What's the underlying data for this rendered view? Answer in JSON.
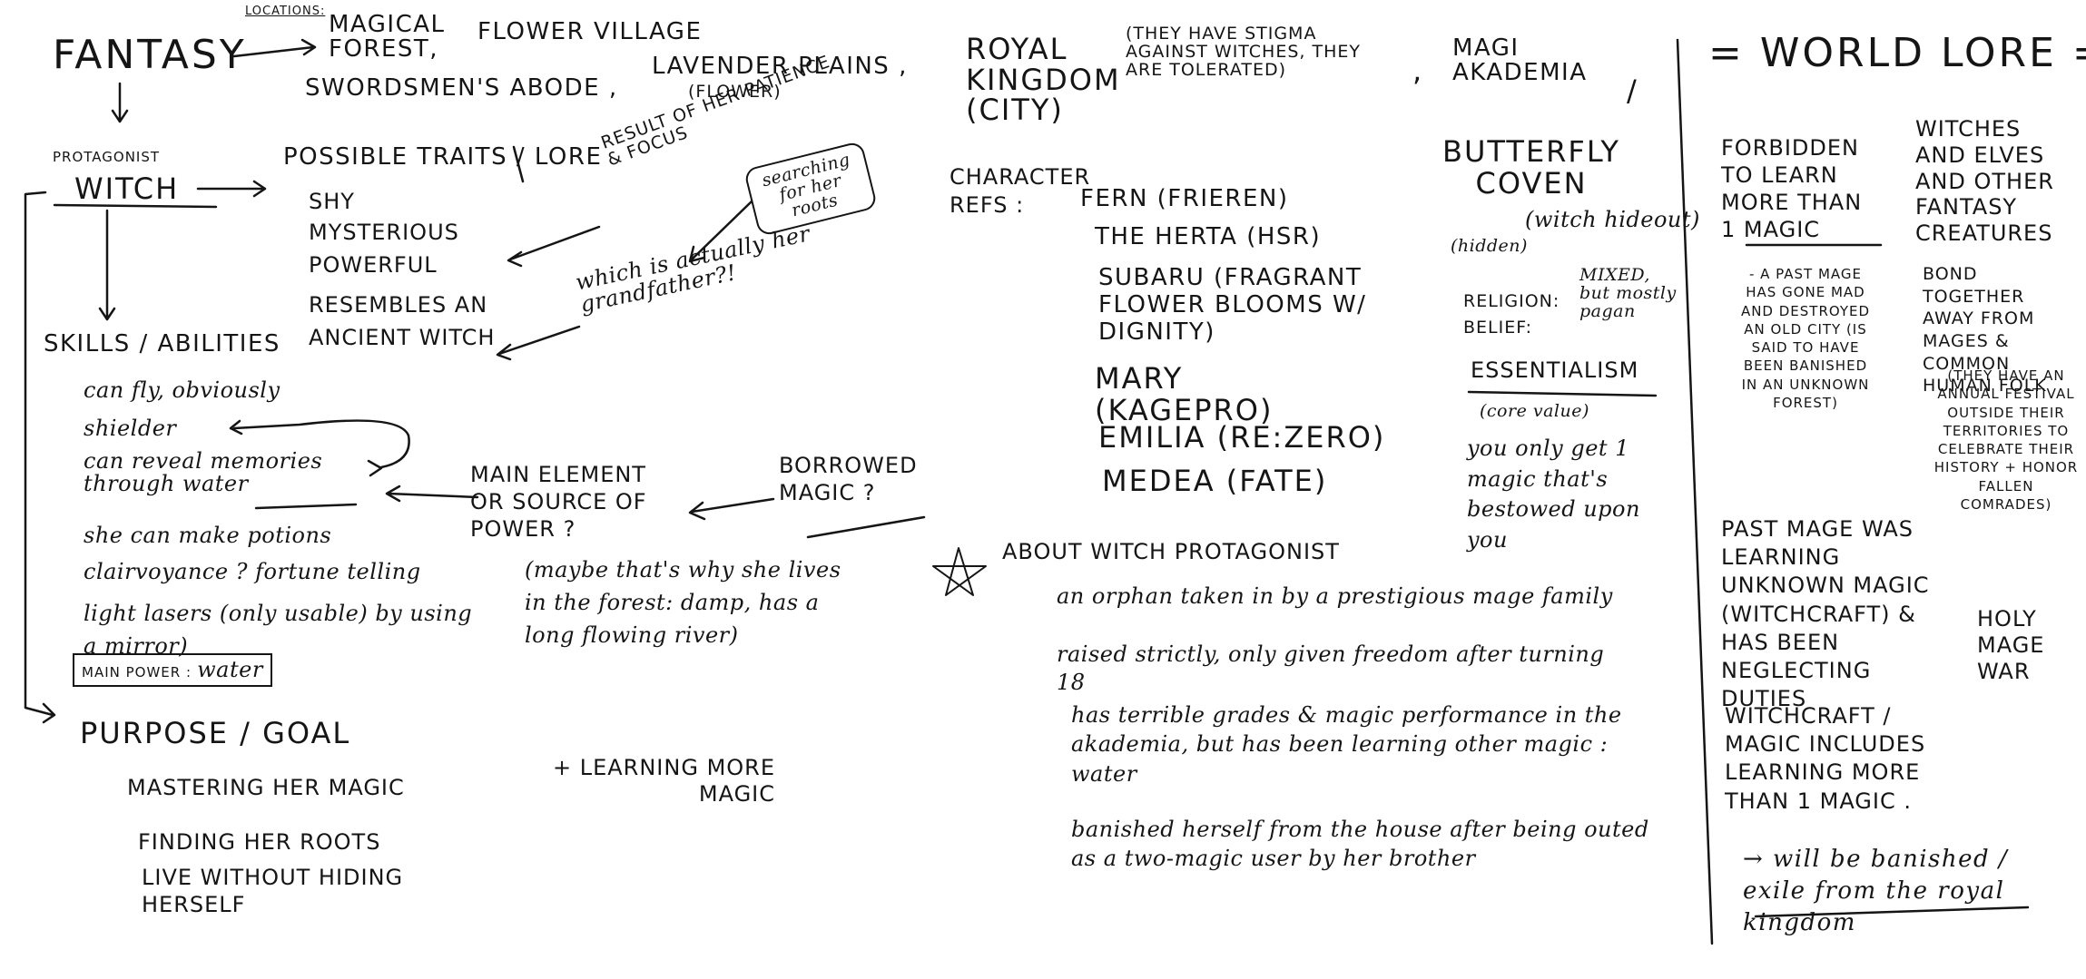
{
  "top": {
    "fantasy": "FANTASY",
    "locations_label": "LOCATIONS:",
    "magical_forest": "MAGICAL FOREST,",
    "flower_village": "FLOWER VILLAGE",
    "swordsmens_abode": "SWORDSMEN'S ABODE ,",
    "lavender_plains": "LAVENDER PLAINS ,",
    "lavender_flower": "(FLOWER)",
    "royal_kingdom": "ROYAL KINGDOM (CITY)",
    "royal_note": "(THEY HAVE STIGMA AGAINST WITCHES, THEY ARE TOLERATED)",
    "comma": ",",
    "magi_akademia": "MAGI AKADEMIA",
    "slash": "/"
  },
  "protagonist": {
    "label": "PROTAGONIST",
    "witch": "WITCH"
  },
  "traits": {
    "title": "POSSIBLE TRAITS / LORE",
    "items": [
      "SHY",
      "MYSTERIOUS",
      "POWERFUL",
      "RESEMBLES AN ANCIENT WITCH"
    ],
    "result_note": "RESULT OF HER PATIENCE & FOCUS",
    "searching_note": "searching for her roots",
    "grandfather_note": "which is actually her grandfather?!"
  },
  "skills": {
    "title": "SKILLS / ABILITIES",
    "items": [
      "can fly, obviously",
      "shielder",
      "can reveal memories through water",
      "she can make potions",
      "clairvoyance ? fortune telling",
      "light lasers (only usable) by using a mirror)"
    ],
    "main_power_label": "MAIN POWER :",
    "main_power_value": "water"
  },
  "element": {
    "main_element": "MAIN ELEMENT or SOURCE OF POWER ?",
    "maybe_note": "(maybe that's why she lives in the forest: damp, has a long flowing river)",
    "borrowed_magic": "BORROWED MAGIC ?"
  },
  "purpose": {
    "title": "PURPOSE / GOAL",
    "items": [
      "MASTERING HER MAGIC",
      "FINDING HER ROOTS",
      "LIVE WITHOUT HIDING HERSELF"
    ],
    "learning": "+ LEARNING MORE MAGIC"
  },
  "character_refs": {
    "title": "CHARACTER REFS :",
    "items": [
      "FERN (FRIEREN)",
      "THE HERTA (HSR)",
      "SUBARU (FRAGRANT FLOWER BLOOMS W/ DIGNITY)",
      "MARY (KAGEPRO)",
      "EMILIA (RE:ZERO)",
      "MEDEA (FATE)"
    ]
  },
  "coven": {
    "title": "BUTTERFLY COVEN",
    "subtitle": "(witch hideout)",
    "hidden": "(hidden)",
    "religion_label": "RELIGION: BELIEF:",
    "religion_value": "MIXED, but mostly pagan",
    "belief_title": "ESSENTIALISM",
    "core_value": "(core value)",
    "core_desc": "you only get 1 magic that's bestowed upon you"
  },
  "about": {
    "title": "ABOUT WITCH PROTAGONIST",
    "items": [
      "an orphan taken in by a prestigious mage family",
      "raised strictly, only given freedom after turning 18",
      "has terrible grades & magic performance in the akademia, but has been learning other magic : water",
      "banished herself from the house after being outed as a two-magic user by her brother"
    ]
  },
  "world_lore": {
    "title": "= WORLD LORE =",
    "forbidden": "FORBIDDEN TO LEARN MORE THAN 1 MAGIC",
    "past_mage_mad": "- A PAST MAGE HAS GONE MAD AND DESTROYED AN OLD CITY (IS SAID TO HAVE BEEN BANISHED IN AN UNKNOWN FOREST)",
    "past_mage_learning": "PAST MAGE WAS LEARNING UNKNOWN MAGIC (WITCHCRAFT) & HAS BEEN NEGLECTING DUTIES",
    "witchcraft": "WITCHCRAFT / MAGIC includes learning more than 1 magic .",
    "banished": "→ will be banished / exile from the royal kingdom",
    "witches_elves": "WITCHES AND ELVES AND OTHER FANTASY CREATURES",
    "bond_together": "BOND TOGETHER AWAY FROM MAGES & COMMON HUMAN FOLK",
    "festival": "(THEY HAVE AN ANNUAL FESTIVAL OUTSIDE THEIR TERRITORIES TO CELEBRATE THEIR HISTORY + HONOR FALLEN COMRADES)",
    "holy_war": "HOLY MAGE WAR"
  }
}
